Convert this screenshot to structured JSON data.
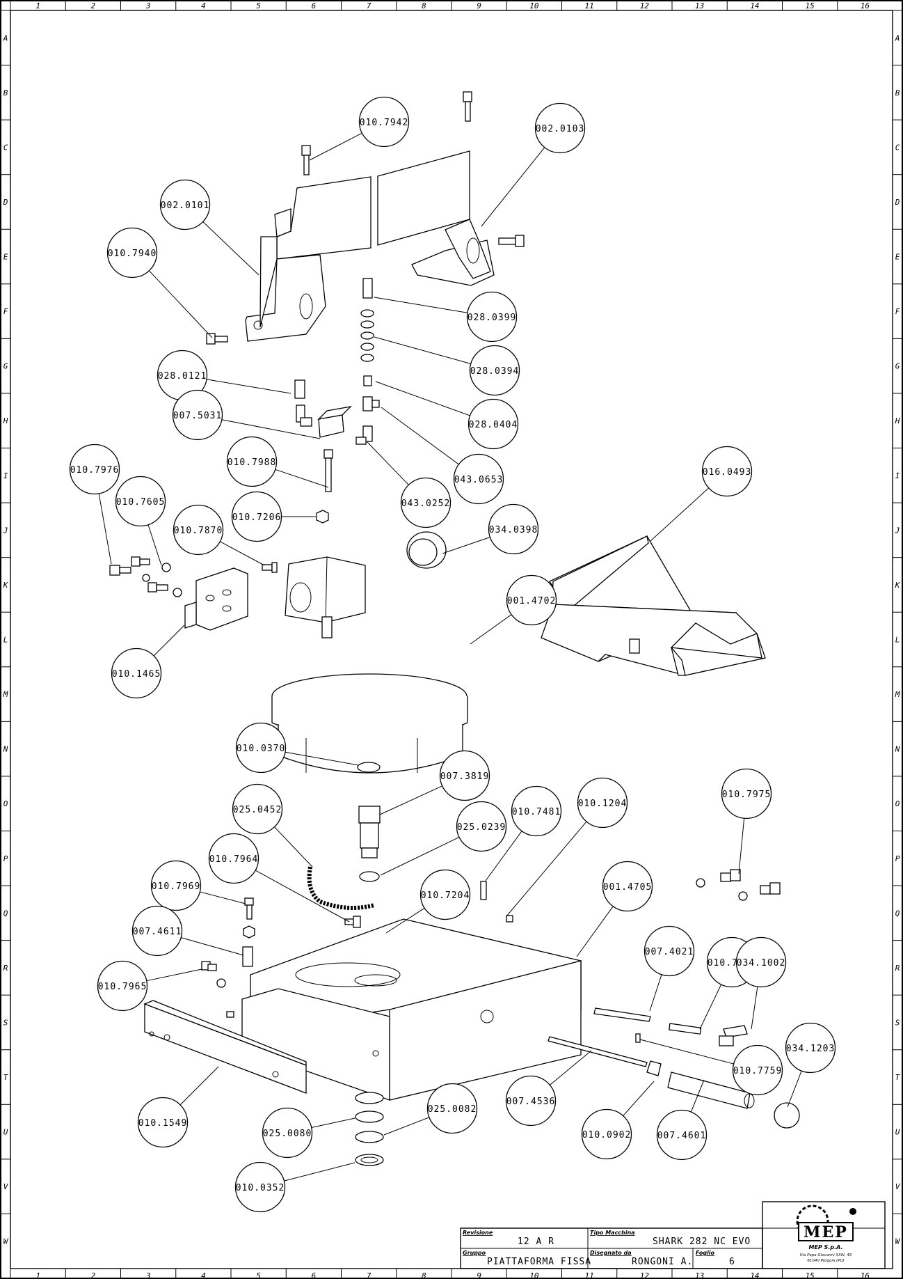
{
  "grid": {
    "columns": [
      "1",
      "2",
      "3",
      "4",
      "5",
      "6",
      "7",
      "8",
      "9",
      "10",
      "11",
      "12",
      "13",
      "14",
      "15",
      "16"
    ],
    "rows": [
      "A",
      "B",
      "C",
      "D",
      "E",
      "F",
      "G",
      "H",
      "I",
      "J",
      "K",
      "L",
      "M",
      "N",
      "O",
      "P",
      "Q",
      "R",
      "S",
      "T",
      "U",
      "V",
      "W"
    ]
  },
  "callouts": [
    {
      "id": "010.7942"
    },
    {
      "id": "002.0103"
    },
    {
      "id": "002.0101"
    },
    {
      "id": "010.7940"
    },
    {
      "id": "028.0399"
    },
    {
      "id": "028.0394"
    },
    {
      "id": "028.0121"
    },
    {
      "id": "028.0404"
    },
    {
      "id": "007.5031"
    },
    {
      "id": "043.0653"
    },
    {
      "id": "010.7988"
    },
    {
      "id": "043.0252"
    },
    {
      "id": "010.7976"
    },
    {
      "id": "016.0493"
    },
    {
      "id": "010.7605"
    },
    {
      "id": "010.7206"
    },
    {
      "id": "034.0398"
    },
    {
      "id": "010.7870"
    },
    {
      "id": "001.4702"
    },
    {
      "id": "010.1465"
    },
    {
      "id": "010.0370"
    },
    {
      "id": "007.3819"
    },
    {
      "id": "010.7975"
    },
    {
      "id": "025.0452"
    },
    {
      "id": "010.1204"
    },
    {
      "id": "010.7481"
    },
    {
      "id": "025.0239"
    },
    {
      "id": "010.7964"
    },
    {
      "id": "010.7969"
    },
    {
      "id": "010.7204"
    },
    {
      "id": "001.4705"
    },
    {
      "id": "007.4611"
    },
    {
      "id": "007.4021"
    },
    {
      "id": "010.7491"
    },
    {
      "id": "034.1002"
    },
    {
      "id": "010.7965"
    },
    {
      "id": "034.1203"
    },
    {
      "id": "010.7759"
    },
    {
      "id": "007.4536"
    },
    {
      "id": "025.0082"
    },
    {
      "id": "010.1549"
    },
    {
      "id": "025.0080"
    },
    {
      "id": "010.0902"
    },
    {
      "id": "007.4601"
    },
    {
      "id": "010.0352"
    }
  ],
  "title_block": {
    "revision_label": "Revisione",
    "revision_value": "12 A R",
    "machine_type_label": "Tipo Macchina",
    "machine_type_value": "SHARK 282 NC EVO",
    "group_label": "Gruppo",
    "group_value": "PIATTAFORMA FISSA",
    "drawn_by_label": "Disegnato da",
    "drawn_by_value": "RONGONI A.",
    "sheet_label": "Foglio",
    "sheet_value": "6"
  },
  "logo": {
    "brand": "MEP",
    "company": "MEP S.p.A.",
    "address_line1": "Via Papa Giovanni XXIII, 49",
    "address_line2": "61040 Pergola (PU)"
  }
}
